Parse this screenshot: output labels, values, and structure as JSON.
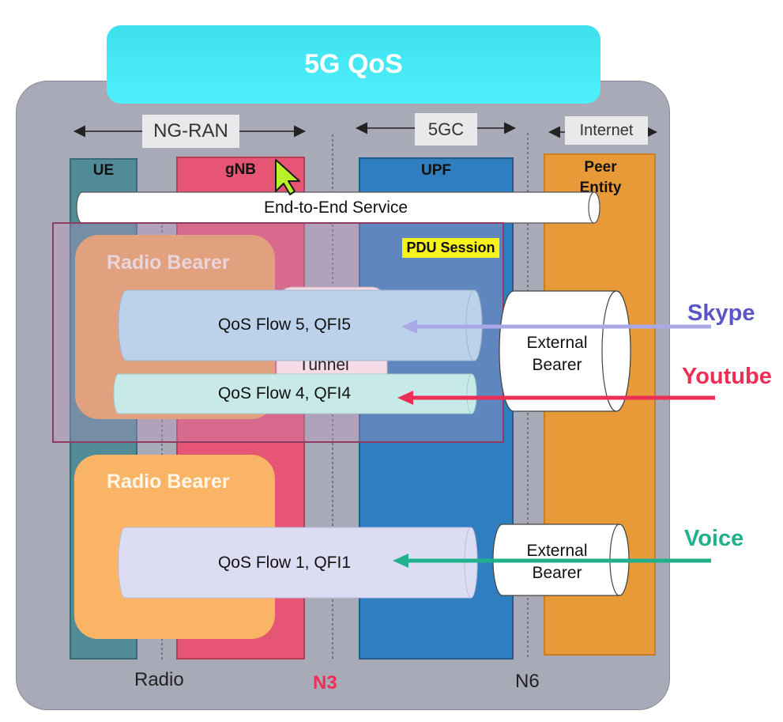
{
  "title": "5G QoS",
  "ranges": {
    "ngran": "NG-RAN",
    "core": "5GC",
    "internet": "Internet"
  },
  "columns": {
    "ue": "UE",
    "gnb": "gNB",
    "upf": "UPF",
    "peer": "Peer Entity"
  },
  "end_to_end": "End-to-End Service",
  "pdu_session": "PDU Session",
  "radio_bearer_top": "Radio Bearer",
  "radio_bearer_bottom": "Radio Bearer",
  "tunnel": "Tunnel",
  "flows": {
    "f5": "QoS Flow 5, QFI5",
    "f4": "QoS Flow 4, QFI4",
    "f1": "QoS Flow 1, QFI1"
  },
  "external_bearer_top": "External Bearer",
  "external_bearer_bottom": "External Bearer",
  "apps": {
    "skype": "Skype",
    "youtube": "Youtube",
    "voice": "Voice"
  },
  "interfaces": {
    "radio": "Radio",
    "n3": "N3",
    "n6": "N6"
  },
  "colors": {
    "skype": "#5a56c8",
    "youtube": "#ee2f55",
    "voice": "#21b08c",
    "n3": "#ee2f55",
    "cursor": "#b8f22a"
  }
}
